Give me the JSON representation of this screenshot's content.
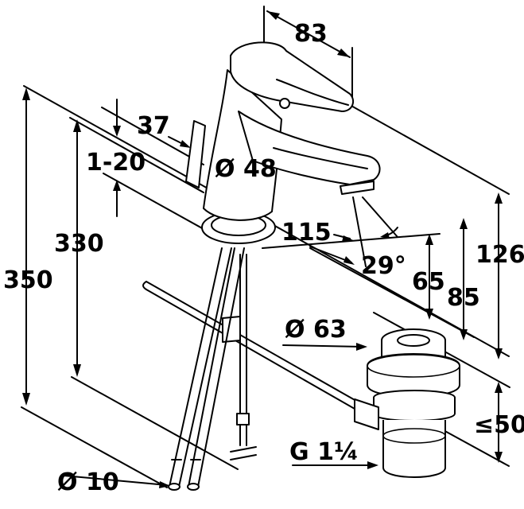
{
  "dimensions": {
    "width_83": "83",
    "height_37": "37",
    "range_1_20": "1-20",
    "diameter_48": "Ø 48",
    "height_330": "330",
    "height_350": "350",
    "length_115": "115",
    "angle_29": "29°",
    "height_65": "65",
    "height_85": "85",
    "height_126": "126",
    "diameter_63": "Ø 63",
    "max_50": "≤50",
    "thread_g": "G 1¼",
    "diameter_10": "Ø 10"
  }
}
